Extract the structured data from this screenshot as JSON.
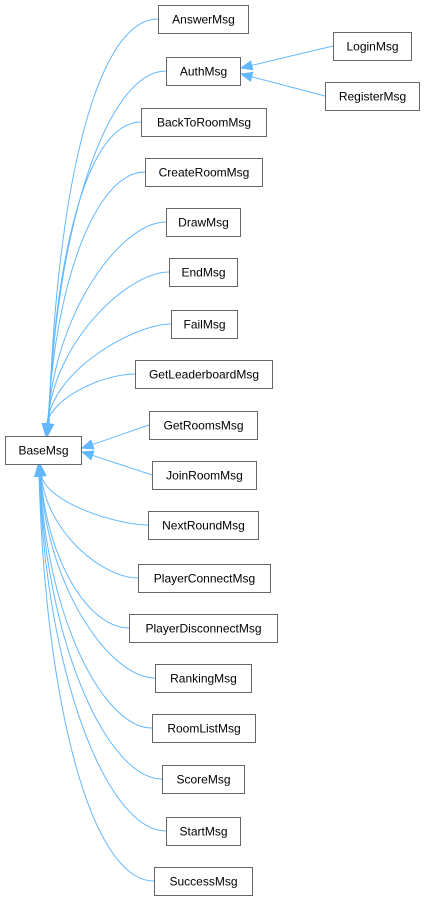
{
  "diagram": {
    "type": "class-inheritance",
    "colors": {
      "edge": "#63b8ff",
      "node_border": "#666666",
      "node_fill": "#ffffff",
      "text": "#000000"
    },
    "nodes": [
      {
        "id": "base",
        "label": "BaseMsg"
      },
      {
        "id": "answer",
        "label": "AnswerMsg"
      },
      {
        "id": "auth",
        "label": "AuthMsg"
      },
      {
        "id": "login",
        "label": "LoginMsg"
      },
      {
        "id": "register",
        "label": "RegisterMsg"
      },
      {
        "id": "backtoroom",
        "label": "BackToRoomMsg"
      },
      {
        "id": "createroom",
        "label": "CreateRoomMsg"
      },
      {
        "id": "draw",
        "label": "DrawMsg"
      },
      {
        "id": "end",
        "label": "EndMsg"
      },
      {
        "id": "fail",
        "label": "FailMsg"
      },
      {
        "id": "getleaderboard",
        "label": "GetLeaderboardMsg"
      },
      {
        "id": "getrooms",
        "label": "GetRoomsMsg"
      },
      {
        "id": "joinroom",
        "label": "JoinRoomMsg"
      },
      {
        "id": "nextround",
        "label": "NextRoundMsg"
      },
      {
        "id": "playerconnect",
        "label": "PlayerConnectMsg"
      },
      {
        "id": "playerdisconnect",
        "label": "PlayerDisconnectMsg"
      },
      {
        "id": "ranking",
        "label": "RankingMsg"
      },
      {
        "id": "roomlist",
        "label": "RoomListMsg"
      },
      {
        "id": "score",
        "label": "ScoreMsg"
      },
      {
        "id": "start",
        "label": "StartMsg"
      },
      {
        "id": "success",
        "label": "SuccessMsg"
      }
    ],
    "edges": [
      {
        "from": "answer",
        "to": "base"
      },
      {
        "from": "auth",
        "to": "base"
      },
      {
        "from": "backtoroom",
        "to": "base"
      },
      {
        "from": "createroom",
        "to": "base"
      },
      {
        "from": "draw",
        "to": "base"
      },
      {
        "from": "end",
        "to": "base"
      },
      {
        "from": "fail",
        "to": "base"
      },
      {
        "from": "getleaderboard",
        "to": "base"
      },
      {
        "from": "getrooms",
        "to": "base"
      },
      {
        "from": "joinroom",
        "to": "base"
      },
      {
        "from": "nextround",
        "to": "base"
      },
      {
        "from": "playerconnect",
        "to": "base"
      },
      {
        "from": "playerdisconnect",
        "to": "base"
      },
      {
        "from": "ranking",
        "to": "base"
      },
      {
        "from": "roomlist",
        "to": "base"
      },
      {
        "from": "score",
        "to": "base"
      },
      {
        "from": "start",
        "to": "base"
      },
      {
        "from": "success",
        "to": "base"
      },
      {
        "from": "login",
        "to": "auth"
      },
      {
        "from": "register",
        "to": "auth"
      }
    ]
  }
}
